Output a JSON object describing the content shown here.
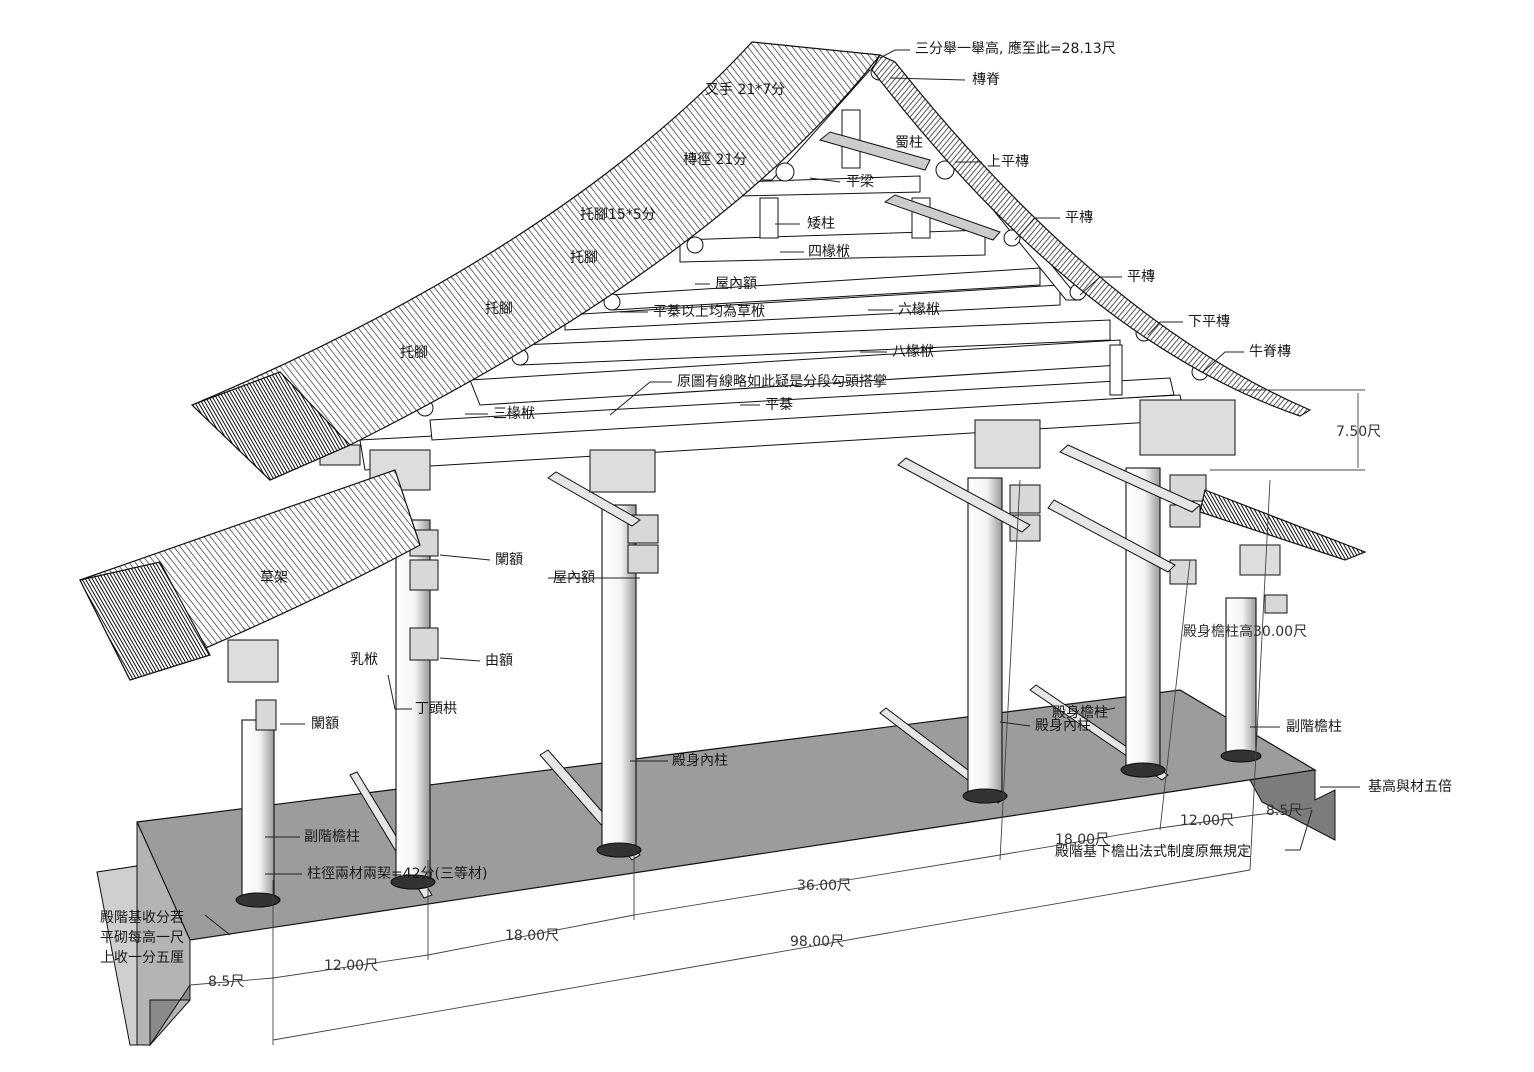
{
  "roof": {
    "ridge_height": "三分舉一舉高, 應至此=28.13尺",
    "ridge_purlin": "槫脊",
    "chashou": "叉手 21*7分",
    "shuzhu": "蜀柱",
    "upper_purlin": "上平槫",
    "purlin_dia": "槫徑 21分",
    "pingliang": "平梁",
    "tuojiao_size": "托腳15*5分",
    "short_post": "矮柱",
    "purlin_1": "平槫",
    "tuojiao_1": "托腳",
    "four_rafter_beam": "四椽栿",
    "purlin_2": "平槫",
    "inner_lintel_top": "屋內額",
    "tuojiao_2": "托腳",
    "caofu_note": "平棊以上均為草栿",
    "six_rafter_beam": "六椽栿",
    "lower_purlin": "下平槫",
    "tuojiao_3": "托腳",
    "eight_rafter_beam": "八椽栿",
    "ox_ridge_purlin": "牛脊槫",
    "joint_note": "原圖有線略如此疑是分段勾頭搭掌",
    "pingqi": "平棊",
    "three_rafter_beam": "三椽栿"
  },
  "lower": {
    "caojia": "草架",
    "rufu": "乳栿",
    "lan_e_upper": "闌額",
    "inner_lintel": "屋內額",
    "you_e": "由額",
    "dingtou_gong": "丁頭栱",
    "lan_e_lower": "闌額",
    "eave_col_height": "殿身檐柱高30.00尺",
    "main_eave_col": "殿身檐柱",
    "main_inner_col_r": "殿身內柱",
    "fujie_col_r": "副階檐柱",
    "main_inner_col": "殿身內柱",
    "fujie_col_l": "副階檐柱",
    "col_dia": "柱徑兩材兩栔=42分(三等材)",
    "base_height": "基高與材五倍",
    "eave_note": "殿階基下檐出法式制度原無規定",
    "taper_note": [
      "殿階基收分若",
      "平砌每高一尺",
      "上收一分五厘"
    ]
  },
  "dimensions": {
    "d_750": "7.50尺",
    "d_85_r": "8.5尺",
    "d_1200_r": "12.00尺",
    "d_1800_r": "18.00尺",
    "d_3600": "36.00尺",
    "d_1800_l": "18.00尺",
    "d_9800": "98.00尺",
    "d_1200_l": "12.00尺",
    "d_85_l": "8.5尺"
  }
}
